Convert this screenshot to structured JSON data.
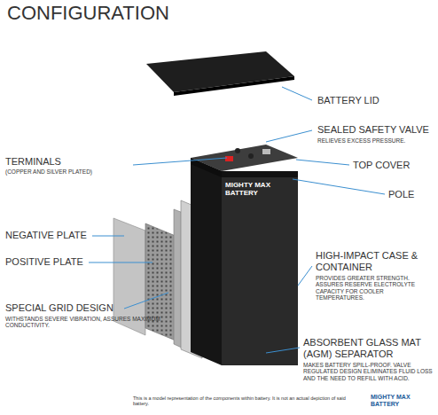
{
  "diagram": {
    "title": "CONFIGURATION",
    "labels": [
      "BATTERY LID",
      "SEALED SAFETY VALVE",
      "RELIEVES EXCESS PRESSURE.",
      "TERMINALS",
      "(COPPER AND SILVER PLATED)",
      "TOP COVER",
      "POLE",
      "NEGATIVE PLATE",
      "POSITIVE PLATE",
      "SPECIAL GRID DESIGN",
      "WITHSTANDS SEVERE VIBRATION, ASSURES MAXIMUM CONDUCTIVITY.",
      "HIGH-IMPACT CASE & CONTAINER",
      "PROVIDES GREATER STRENGTH. ASSURES RESERVE ELECTROLYTE CAPACITY FOR COOLER TEMPERATURES.",
      "ABSORBENT GLASS MAT (AGM) SEPARATOR",
      "MAKES BATTERY SPILL-PROOF. VALVE REGULATED DESIGN ELIMINATES FLUID LOSS AND THE NEED TO REFILL WITH ACID.",
      "MIGHTY MAX BATTERY",
      "This is a model representation of the components within battery. It is not an actual depiction of said battery.",
      "MIGHTY MAX BATTERY"
    ]
  }
}
